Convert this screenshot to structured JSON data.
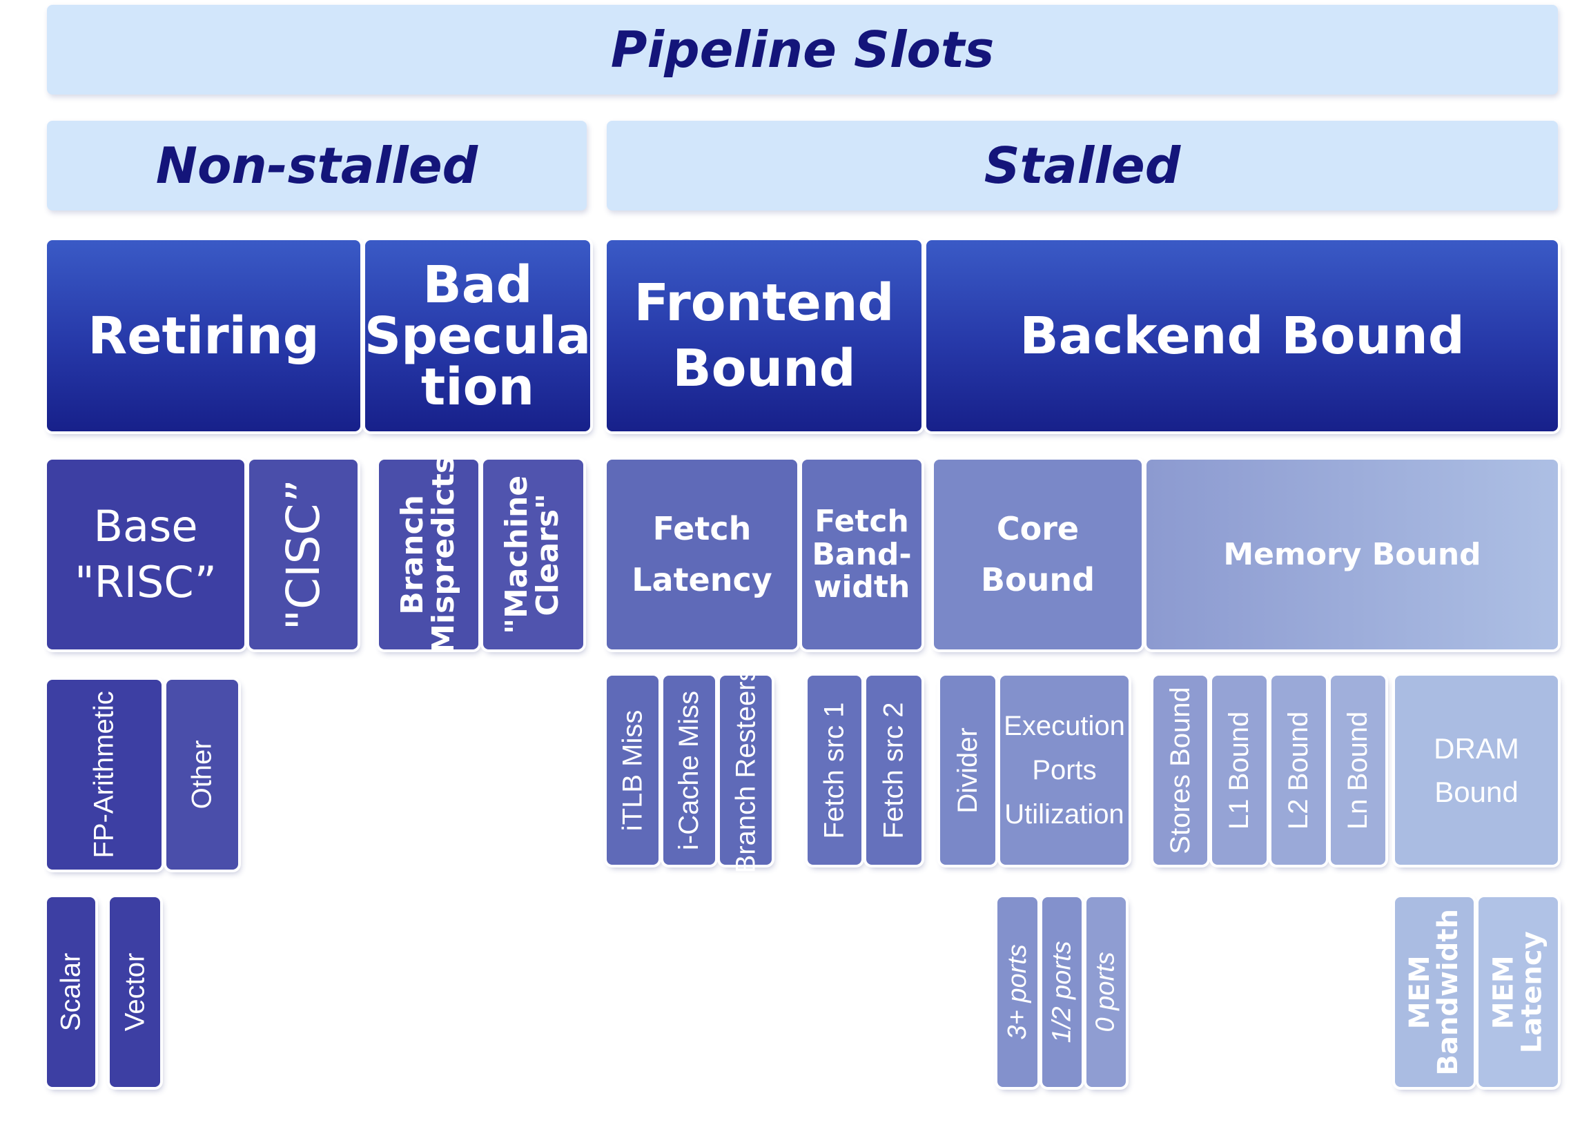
{
  "title": "Pipeline Slots",
  "top": {
    "non_stalled": "Non-stalled",
    "stalled": "Stalled"
  },
  "level1": {
    "retiring": "Retiring",
    "bad_spec": [
      "Bad",
      "Specula",
      "tion"
    ],
    "frontend": [
      "Frontend",
      "Bound"
    ],
    "backend": "Backend Bound"
  },
  "level2": {
    "base_risc": [
      "Base",
      "\"RISC”"
    ],
    "cisc": "\"CISC”",
    "branch_mispredicts": [
      "Branch",
      "Mispredicts"
    ],
    "machine_clears": [
      "\"Machine",
      "Clears\""
    ],
    "fetch_latency": [
      "Fetch",
      "Latency"
    ],
    "fetch_bandwidth": [
      "Fetch",
      "Band-",
      "width"
    ],
    "core_bound": [
      "Core",
      "Bound"
    ],
    "memory_bound": "Memory Bound"
  },
  "level3": {
    "fp_arithmetic": "FP-Arithmetic",
    "other": "Other",
    "itlb_miss": "iTLB Miss",
    "icache_miss": "i-Cache Miss",
    "branch_resteers": "Branch Resteers",
    "fetch_src1": "Fetch src 1",
    "fetch_src2": "Fetch src 2",
    "divider": "Divider",
    "execution_ports": [
      "Execution",
      "Ports",
      "Utilization"
    ],
    "stores_bound": "Stores Bound",
    "l1_bound": "L1 Bound",
    "l2_bound": "L2 Bound",
    "ln_bound": "Ln Bound",
    "dram_bound": [
      "DRAM",
      "Bound"
    ]
  },
  "level4": {
    "scalar": "Scalar",
    "vector": "Vector",
    "ports_3plus": "3+ ports",
    "ports_1_2": "1/2 ports",
    "ports_0": "0 ports",
    "mem_bandwidth": [
      "MEM",
      "Bandwidth"
    ],
    "mem_latency": [
      "MEM",
      "Latency"
    ]
  }
}
